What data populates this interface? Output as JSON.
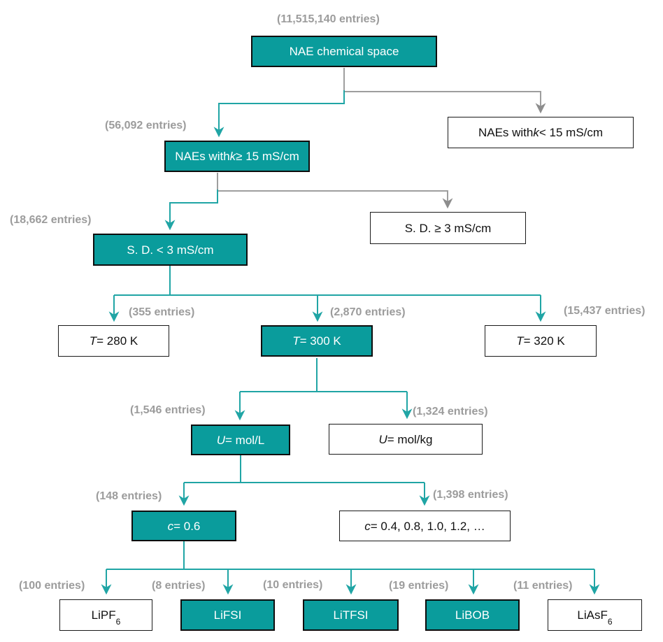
{
  "colors": {
    "teal_fill": "#0a9c9c",
    "teal_line": "#20a5a5",
    "gray_line": "#9e9e9e",
    "gray_arrow": "#8d8d8d",
    "label_gray": "#9c9c9c"
  },
  "nodes": {
    "nae_space": {
      "pre": "NAE chemical space"
    },
    "k_lt15": {
      "pre": "NAEs with ",
      "var": "k",
      "post": " < 15 mS/cm"
    },
    "k_ge15": {
      "pre": "NAEs with ",
      "var": "k",
      "post": " ≥ 15 mS/cm"
    },
    "sd_ge3": {
      "pre": "S. D. ≥ 3 mS/cm"
    },
    "sd_lt3": {
      "pre": "S. D. < 3 mS/cm"
    },
    "t280": {
      "var": "T",
      "post": " = 280 K"
    },
    "t300": {
      "var": "T",
      "post": " = 300 K"
    },
    "t320": {
      "var": "T",
      "post": " = 320 K"
    },
    "u_mol_l": {
      "var": "U",
      "post": " = mol/L"
    },
    "u_mol_kg": {
      "var": "U",
      "post": " = mol/kg"
    },
    "c_06": {
      "var": "c",
      "post": " = 0.6"
    },
    "c_other": {
      "var": "c",
      "post": " = 0.4, 0.8, 1.0, 1.2, …"
    },
    "lipf6": {
      "pre": "LiPF",
      "sub": "6"
    },
    "lifsi": {
      "pre": "LiFSI"
    },
    "litfsi": {
      "pre": "LiTFSI"
    },
    "libob": {
      "pre": "LiBOB"
    },
    "liasf6": {
      "pre": "LiAsF",
      "sub": "6"
    }
  },
  "labels": {
    "nae_space": "(11,515,140 entries)",
    "k_ge15": "(56,092 entries)",
    "sd_lt3": "(18,662 entries)",
    "t280": "(355 entries)",
    "t300": "(2,870 entries)",
    "t320": "(15,437 entries)",
    "u_mol_l": "(1,546 entries)",
    "u_mol_kg": "(1,324 entries)",
    "c_06": "(148 entries)",
    "c_other": "(1,398 entries)",
    "lipf6": "(100 entries)",
    "lifsi": "(8 entries)",
    "litfsi": "(10 entries)",
    "libob": "(19 entries)",
    "liasf6": "(11 entries)"
  }
}
